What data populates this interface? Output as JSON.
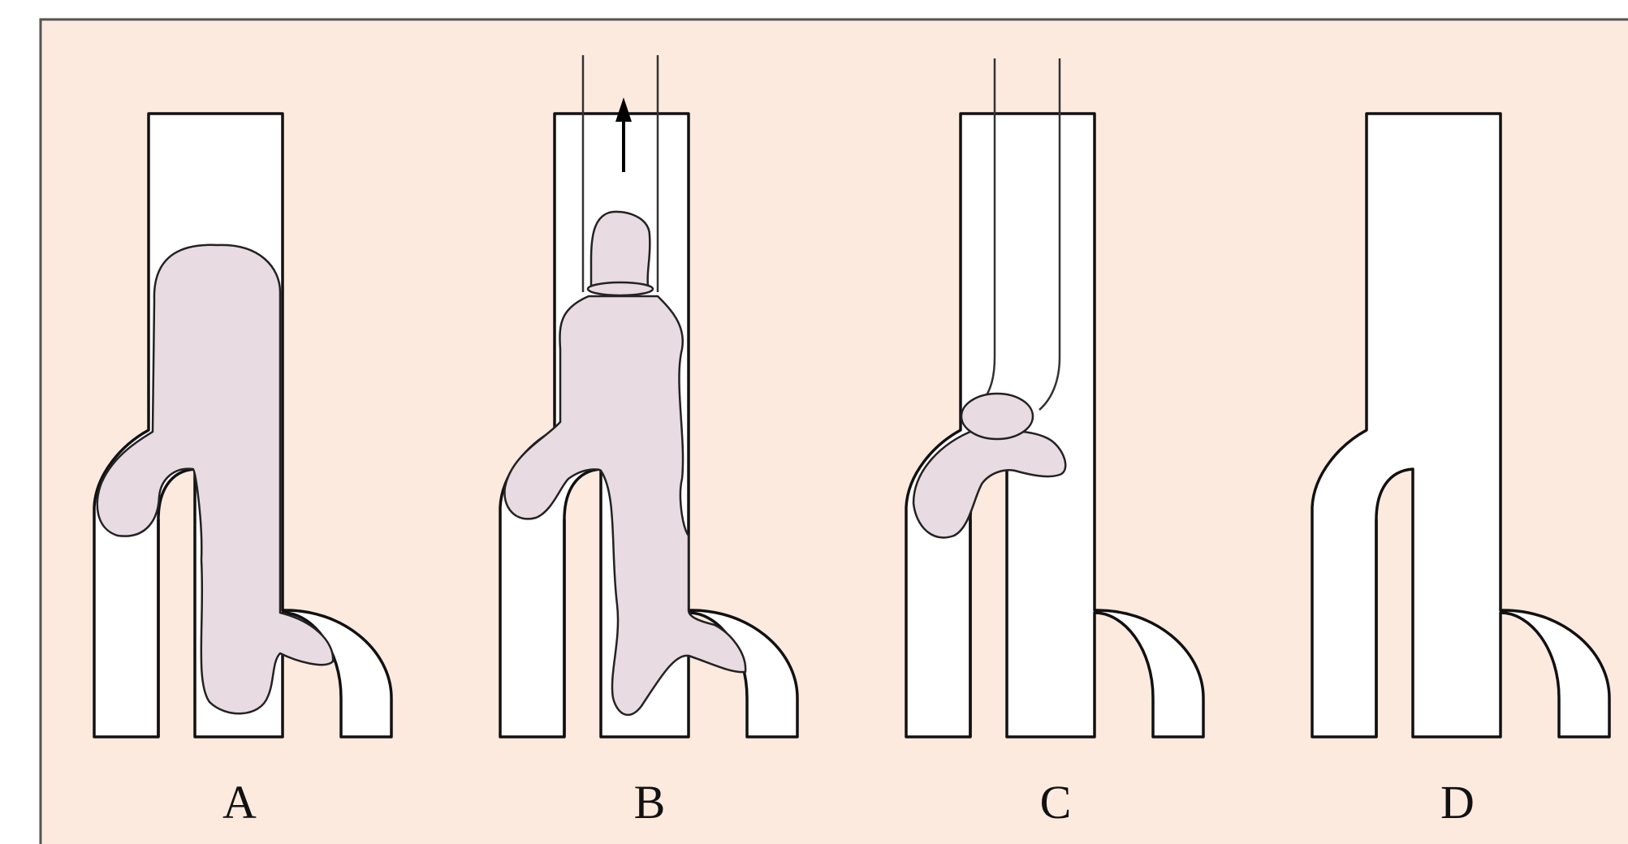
{
  "colors": {
    "background": "#fdeadf",
    "frame": "#555555",
    "vessel": "#ffffff",
    "clot": "#e8dbe1"
  },
  "panels": [
    {
      "label": "A"
    },
    {
      "label": "B"
    },
    {
      "label": "C"
    },
    {
      "label": "D"
    }
  ]
}
